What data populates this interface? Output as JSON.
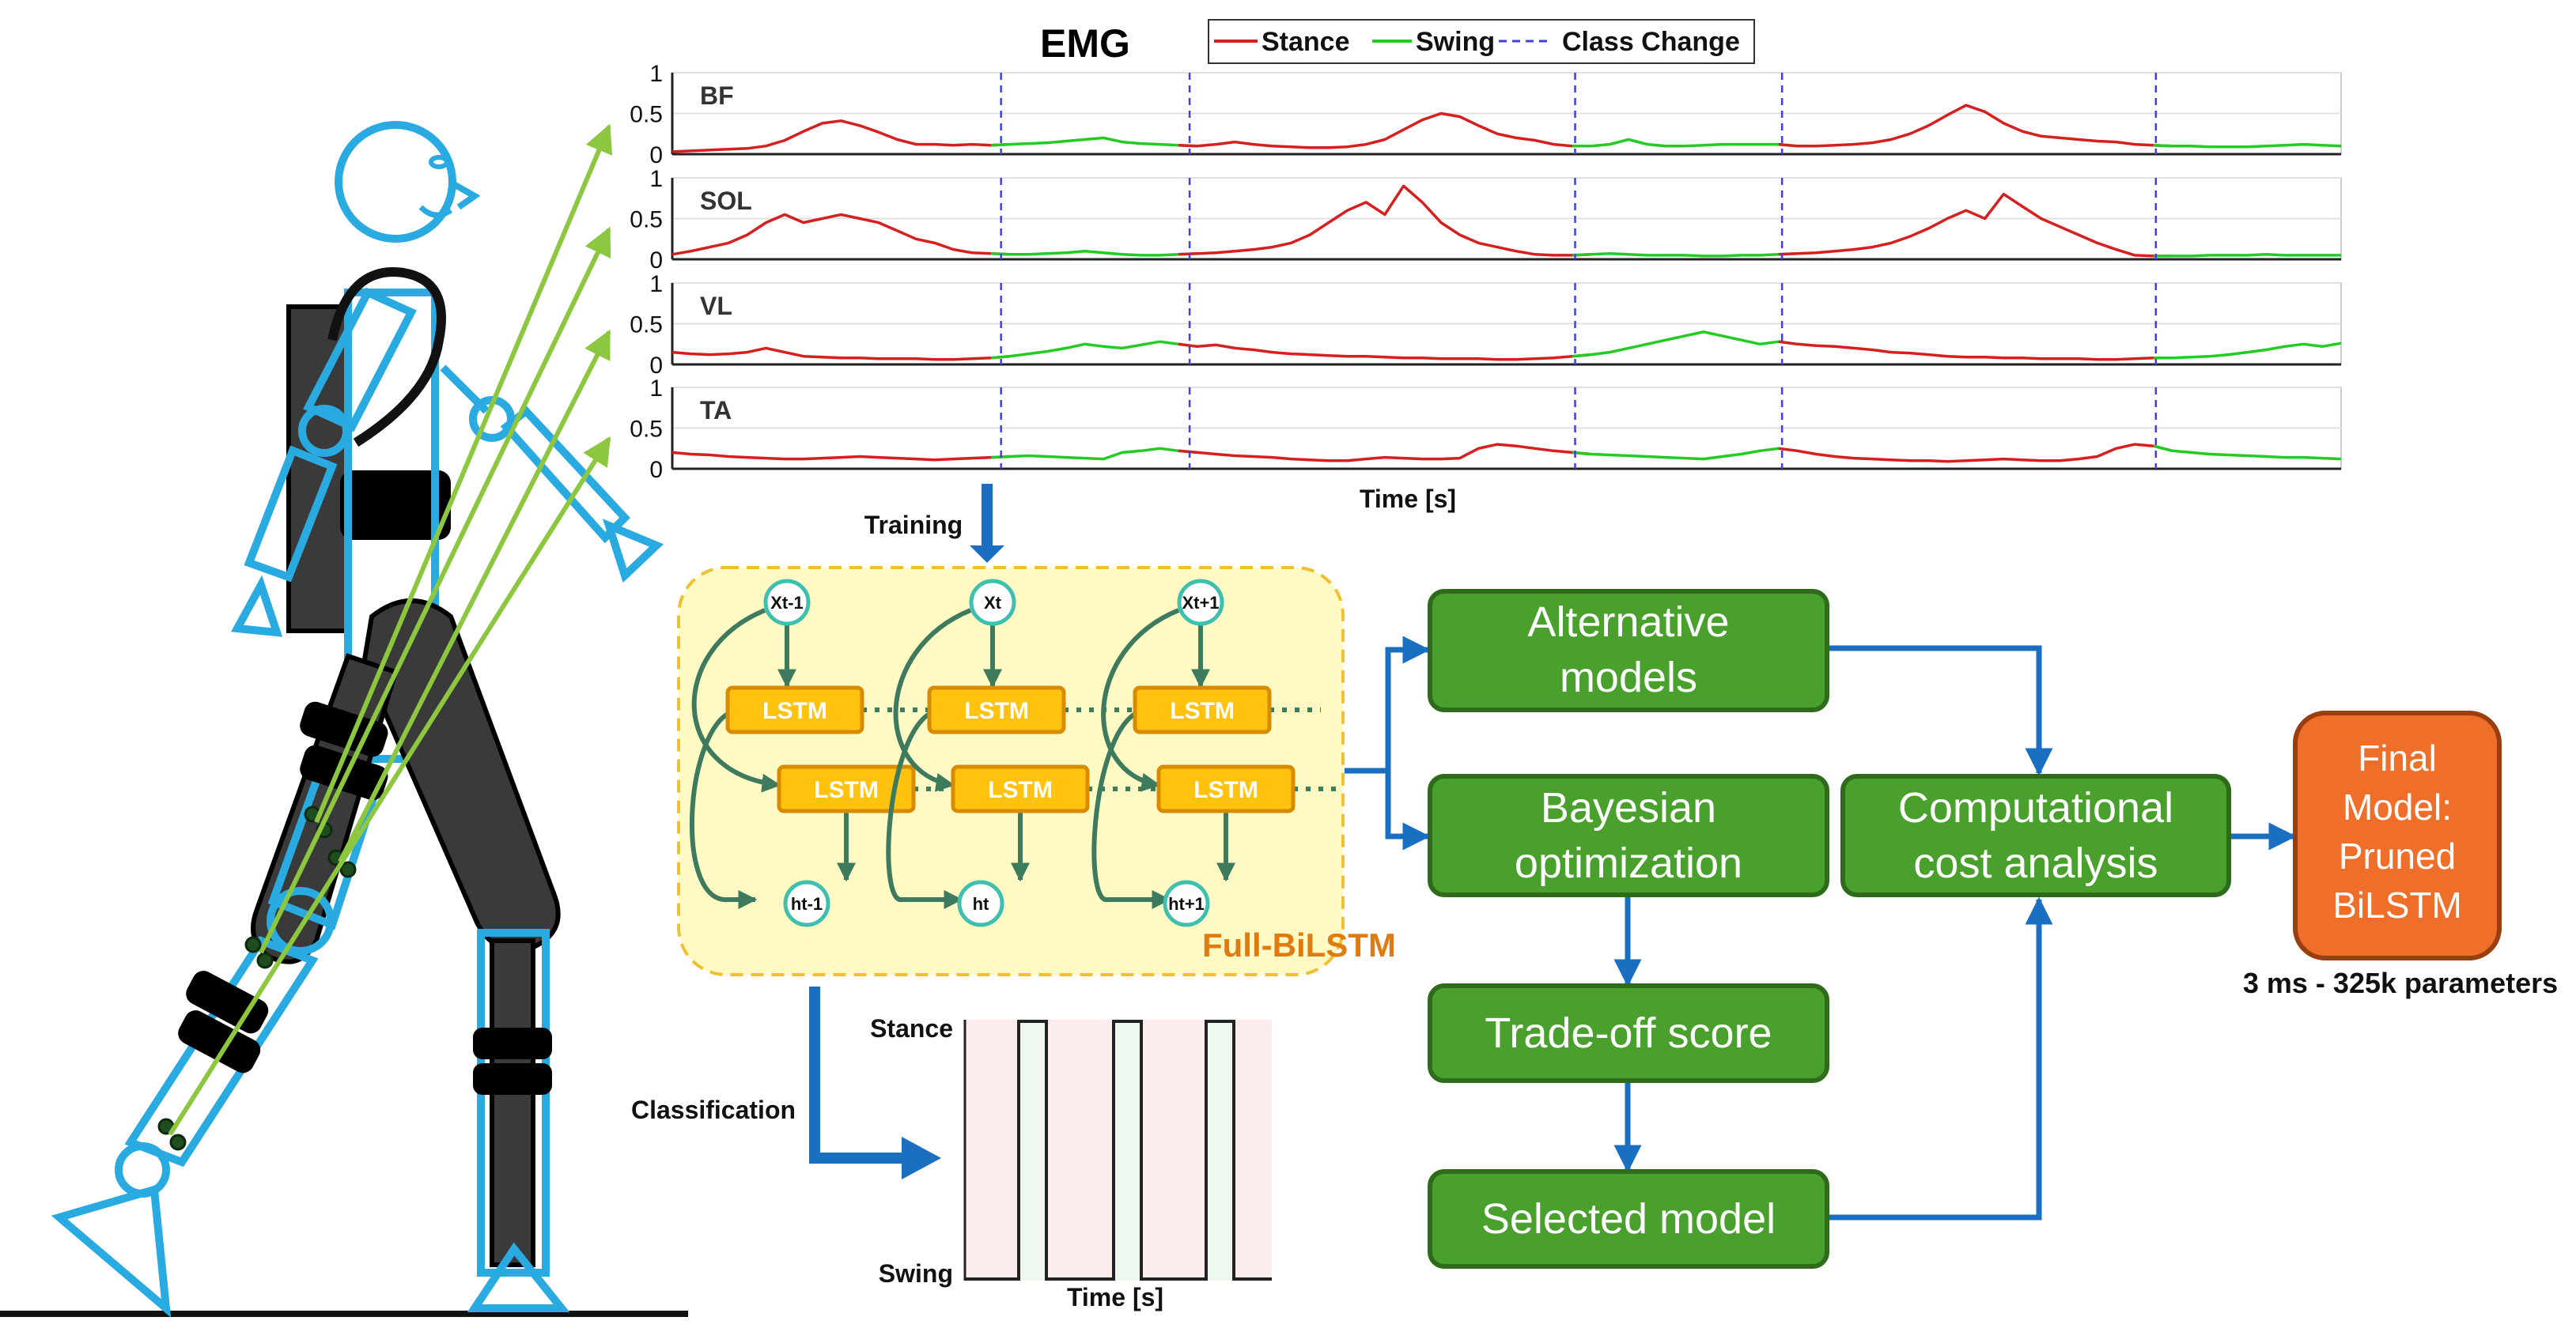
{
  "emg": {
    "title": "EMG",
    "legend": {
      "stance": "Stance",
      "swing": "Swing",
      "class_change": "Class Change"
    },
    "xlabel": "Time [s]",
    "ytick_labels": [
      "1",
      "0.5",
      "0"
    ],
    "muscles": [
      "BF",
      "SOL",
      "VL",
      "TA"
    ]
  },
  "training_label": "Training",
  "classification_label": "Classification",
  "bilstm": {
    "title": "Full-BiLSTM",
    "inputs": [
      "Xt-1",
      "Xt",
      "Xt+1"
    ],
    "outputs": [
      "ht-1",
      "ht",
      "ht+1"
    ],
    "cell_label": "LSTM"
  },
  "gait_plot": {
    "ylabel_top": "Stance",
    "ylabel_bottom": "Swing",
    "xlabel": "Time [s]"
  },
  "flow": {
    "alternative_models": [
      "Alternative",
      "models"
    ],
    "bayesian_optimization": [
      "Bayesian",
      "optimization"
    ],
    "tradeoff_score": "Trade-off score",
    "selected_model": "Selected model",
    "cost_analysis": [
      "Computational",
      "cost analysis"
    ],
    "final_model": [
      "Final",
      "Model:",
      "Pruned",
      "BiLSTM"
    ],
    "final_caption": "3 ms - 325k parameters"
  },
  "colors": {
    "stance": "#d62020",
    "swing": "#22cc22",
    "class_change": "#4040e0",
    "arrow_blue": "#1a6fc0",
    "box_green": "#4aa02c",
    "box_green_border": "#2e6b1a",
    "final_orange": "#ee6e2a",
    "lstm_yellow": "#ffc20e",
    "panel_yellow": "#fff9c4",
    "skeleton_blue": "#29abe2",
    "sensor_green": "#8dc63f"
  },
  "chart_data": {
    "type": "line",
    "title": "EMG",
    "xlabel": "Time [s]",
    "ylim": [
      0,
      1
    ],
    "yticks": [
      0,
      0.5,
      1
    ],
    "grid": true,
    "legend_position": "top",
    "class_change_fractions": [
      0.197,
      0.31,
      0.541,
      0.665,
      0.889
    ],
    "segment_phases": [
      "Stance",
      "Swing",
      "Stance",
      "Swing",
      "Stance",
      "Swing"
    ],
    "series": [
      {
        "name": "BF",
        "values": [
          0.03,
          0.04,
          0.05,
          0.06,
          0.07,
          0.1,
          0.17,
          0.28,
          0.38,
          0.41,
          0.35,
          0.27,
          0.18,
          0.12,
          0.12,
          0.11,
          0.12,
          0.11,
          0.12,
          0.13,
          0.14,
          0.16,
          0.18,
          0.2,
          0.15,
          0.13,
          0.12,
          0.11,
          0.1,
          0.12,
          0.15,
          0.12,
          0.1,
          0.09,
          0.08,
          0.08,
          0.09,
          0.12,
          0.18,
          0.3,
          0.42,
          0.5,
          0.46,
          0.35,
          0.25,
          0.2,
          0.17,
          0.12,
          0.1,
          0.1,
          0.12,
          0.18,
          0.12,
          0.1,
          0.1,
          0.11,
          0.12,
          0.12,
          0.12,
          0.12,
          0.1,
          0.1,
          0.11,
          0.12,
          0.14,
          0.18,
          0.25,
          0.35,
          0.48,
          0.6,
          0.52,
          0.38,
          0.28,
          0.22,
          0.2,
          0.18,
          0.16,
          0.15,
          0.12,
          0.11,
          0.1,
          0.1,
          0.09,
          0.09,
          0.09,
          0.1,
          0.11,
          0.12,
          0.11,
          0.1
        ]
      },
      {
        "name": "SOL",
        "values": [
          0.06,
          0.1,
          0.15,
          0.2,
          0.3,
          0.45,
          0.55,
          0.45,
          0.5,
          0.55,
          0.5,
          0.45,
          0.35,
          0.25,
          0.2,
          0.12,
          0.08,
          0.07,
          0.06,
          0.06,
          0.07,
          0.08,
          0.1,
          0.08,
          0.06,
          0.05,
          0.05,
          0.06,
          0.07,
          0.08,
          0.1,
          0.12,
          0.15,
          0.2,
          0.3,
          0.45,
          0.6,
          0.7,
          0.55,
          0.9,
          0.7,
          0.45,
          0.3,
          0.2,
          0.15,
          0.1,
          0.06,
          0.05,
          0.05,
          0.06,
          0.07,
          0.06,
          0.05,
          0.05,
          0.05,
          0.04,
          0.04,
          0.05,
          0.05,
          0.06,
          0.07,
          0.08,
          0.1,
          0.12,
          0.15,
          0.2,
          0.28,
          0.38,
          0.5,
          0.6,
          0.5,
          0.8,
          0.65,
          0.5,
          0.4,
          0.3,
          0.2,
          0.12,
          0.05,
          0.04,
          0.04,
          0.04,
          0.05,
          0.05,
          0.05,
          0.06,
          0.05,
          0.05,
          0.05,
          0.05
        ]
      },
      {
        "name": "VL",
        "values": [
          0.15,
          0.13,
          0.12,
          0.13,
          0.15,
          0.2,
          0.15,
          0.1,
          0.09,
          0.08,
          0.08,
          0.07,
          0.07,
          0.07,
          0.06,
          0.06,
          0.07,
          0.08,
          0.1,
          0.13,
          0.16,
          0.2,
          0.25,
          0.22,
          0.2,
          0.24,
          0.28,
          0.25,
          0.22,
          0.24,
          0.2,
          0.18,
          0.15,
          0.13,
          0.12,
          0.11,
          0.1,
          0.1,
          0.09,
          0.08,
          0.08,
          0.07,
          0.07,
          0.07,
          0.06,
          0.06,
          0.07,
          0.08,
          0.1,
          0.12,
          0.15,
          0.2,
          0.25,
          0.3,
          0.35,
          0.4,
          0.35,
          0.3,
          0.25,
          0.28,
          0.25,
          0.23,
          0.22,
          0.2,
          0.18,
          0.15,
          0.14,
          0.12,
          0.1,
          0.09,
          0.09,
          0.08,
          0.08,
          0.07,
          0.07,
          0.07,
          0.06,
          0.06,
          0.07,
          0.08,
          0.08,
          0.09,
          0.1,
          0.12,
          0.15,
          0.18,
          0.22,
          0.25,
          0.22,
          0.26
        ]
      },
      {
        "name": "TA",
        "values": [
          0.2,
          0.18,
          0.17,
          0.15,
          0.14,
          0.13,
          0.12,
          0.12,
          0.13,
          0.14,
          0.15,
          0.14,
          0.13,
          0.12,
          0.11,
          0.12,
          0.13,
          0.14,
          0.15,
          0.16,
          0.15,
          0.14,
          0.13,
          0.12,
          0.2,
          0.22,
          0.25,
          0.22,
          0.2,
          0.18,
          0.16,
          0.15,
          0.14,
          0.12,
          0.11,
          0.1,
          0.1,
          0.12,
          0.14,
          0.13,
          0.12,
          0.12,
          0.13,
          0.25,
          0.3,
          0.28,
          0.25,
          0.22,
          0.2,
          0.18,
          0.17,
          0.16,
          0.15,
          0.14,
          0.13,
          0.12,
          0.15,
          0.18,
          0.22,
          0.25,
          0.22,
          0.18,
          0.15,
          0.13,
          0.12,
          0.11,
          0.1,
          0.1,
          0.09,
          0.1,
          0.11,
          0.12,
          0.11,
          0.1,
          0.1,
          0.12,
          0.15,
          0.25,
          0.3,
          0.28,
          0.22,
          0.2,
          0.18,
          0.17,
          0.16,
          0.15,
          0.14,
          0.14,
          0.13,
          0.12
        ]
      }
    ]
  }
}
